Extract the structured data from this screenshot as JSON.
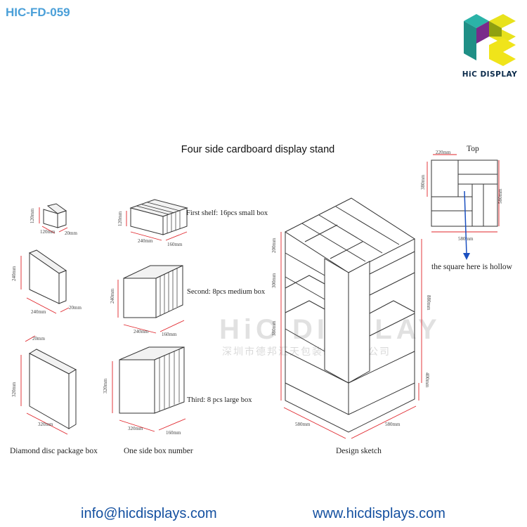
{
  "header": {
    "product_code": "HIC-FD-059",
    "logo_text": "HiC DISPLAY"
  },
  "title": "Four side cardboard display stand",
  "boxes": {
    "small": {
      "w": "120mm",
      "h": "120mm",
      "d": "20mm"
    },
    "medium": {
      "w": "240mm",
      "h": "240mm",
      "d": "20mm"
    },
    "large": {
      "w": "320mm",
      "h": "320mm",
      "d": "20mm"
    },
    "caption": "Diamond disc package box"
  },
  "shelves": {
    "first": {
      "label": "First shelf: 16pcs small box",
      "w": "240mm",
      "h": "120mm",
      "d": "160mm"
    },
    "second": {
      "label": "Second: 8pcs medium box",
      "w": "240mm",
      "h": "240mm",
      "d": "160mm"
    },
    "third": {
      "label": "Third: 8 pcs large box",
      "w": "320mm",
      "h": "320mm",
      "d": "160mm"
    },
    "caption": "One side box number"
  },
  "sketch": {
    "caption": "Design sketch",
    "dims": {
      "h1": "200mm",
      "h2": "300mm",
      "h3": "380mm",
      "base": "400mm",
      "total": "880mm",
      "w1": "580mm",
      "w2": "580mm"
    }
  },
  "top_view": {
    "label": "Top",
    "dims": {
      "inner": "220mm",
      "side": "380mm",
      "width": "580mm",
      "right": "580mm"
    },
    "note": "the square here is hollow"
  },
  "watermark": {
    "text": "HiC DISPLAY",
    "cn": "深圳市德邦汇天包装制品有限公司"
  },
  "footer": {
    "email": "info@hicdisplays.com",
    "website": "www.hicdisplays.com"
  },
  "colors": {
    "code_blue": "#4a9fd8",
    "footer_blue": "#1450a0",
    "dim_red": "#e0242a",
    "arrow_blue": "#1a4fc0",
    "logo_teal": "#2bb3a8",
    "logo_yellow": "#e8e21c",
    "logo_purple": "#7a2a8a"
  }
}
